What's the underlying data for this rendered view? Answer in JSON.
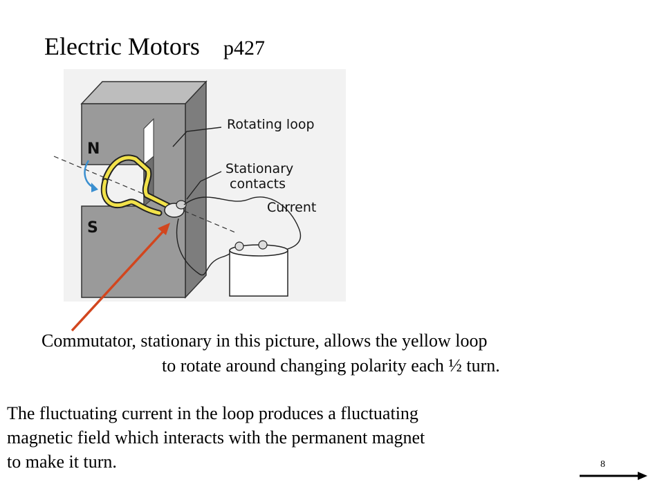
{
  "title": {
    "main": "Electric Motors",
    "page_ref": "p427"
  },
  "figure": {
    "labels": {
      "rotating_loop": "Rotating loop",
      "stationary_1": "Stationary",
      "stationary_2": "contacts",
      "current": "Current",
      "north": "N",
      "south": "S"
    },
    "colors": {
      "loop": "#f2e24a",
      "pointer_arrow": "#d2461e",
      "rotation_arrow": "#3a8fd0",
      "magnet": "#9a9a9a"
    }
  },
  "caption": {
    "line1": "Commutator, stationary in this picture, allows the yellow loop",
    "line2": "to rotate around changing polarity each ½ turn."
  },
  "paragraph": {
    "line1": "The fluctuating current in the loop produces a fluctuating",
    "line2": "magnetic field which interacts with the permanent magnet",
    "line3": "to make it turn."
  },
  "slide_number": "8",
  "next_arrow_icon": "arrow-right-icon"
}
